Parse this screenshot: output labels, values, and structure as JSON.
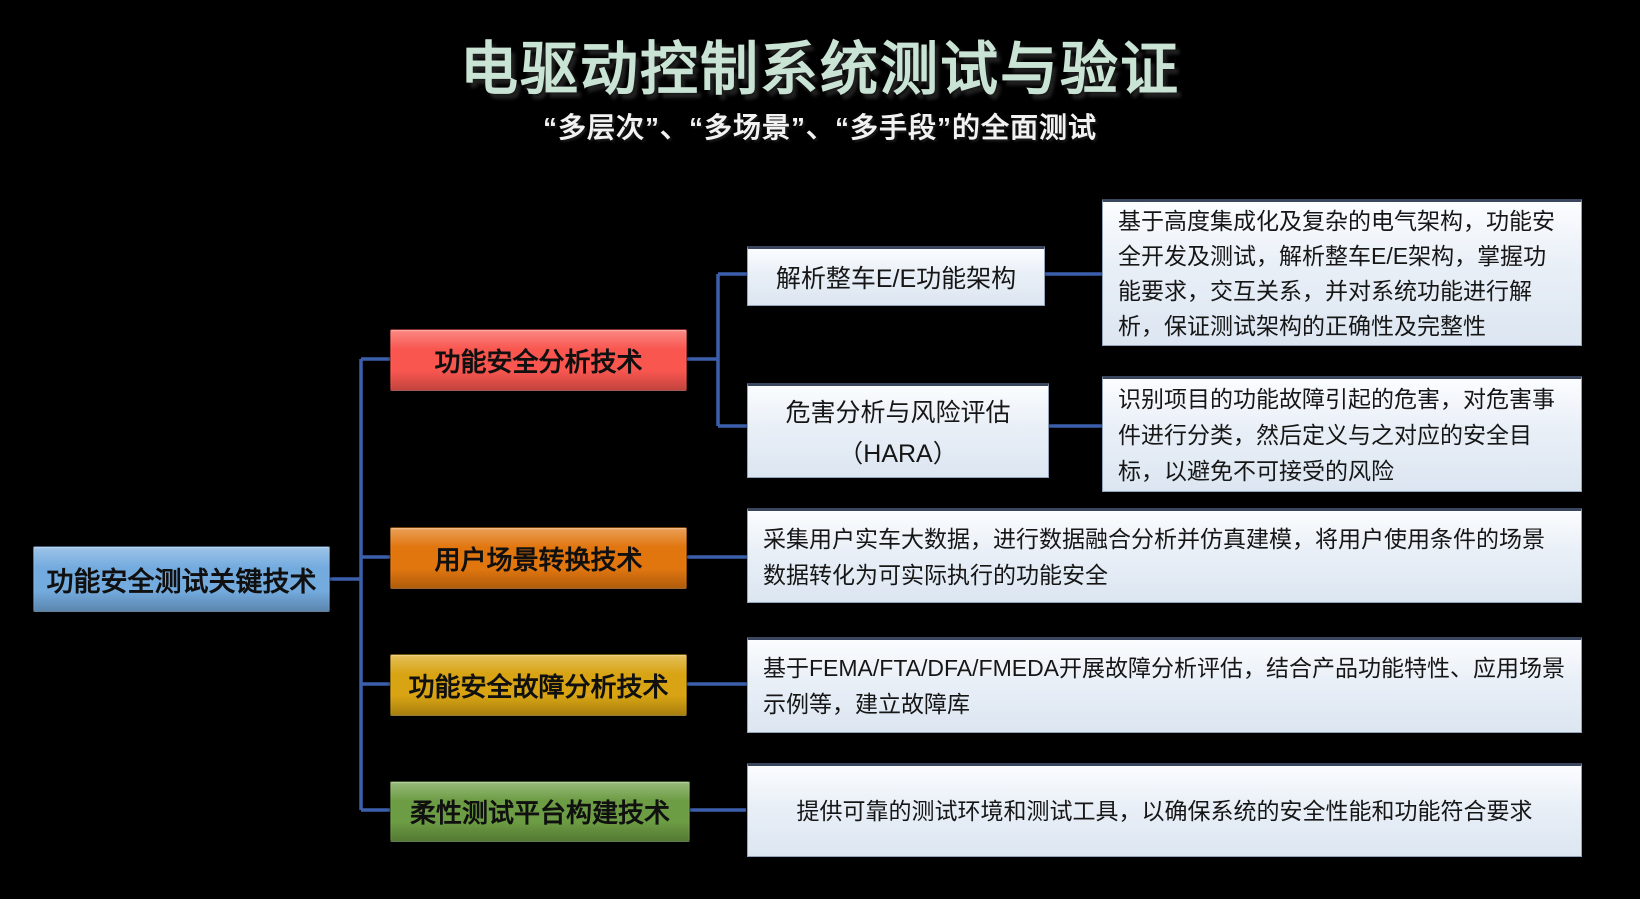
{
  "page": {
    "title": "电驱动控制系统测试与验证",
    "subtitle": "“多层次”、“多场景”、“多手段”的全面测试"
  },
  "colors": {
    "background": "#000000",
    "title_text": "#c9e3d5",
    "subtitle_text": "#f2f2f2",
    "connector": "#3c5fac",
    "card_fill": "#e6edf6",
    "node_text": "#101010"
  },
  "connector_color": "#3c5fac",
  "root": {
    "label": "功能安全测试关键技术",
    "color": "#74abdf"
  },
  "branches": [
    {
      "label": "功能安全分析技术",
      "color": "#f9564f",
      "children": [
        {
          "label": "解析整车E/E功能架构",
          "desc": "基于高度集成化及复杂的电气架构，功能安全开发及测试，解析整车E/E架构，掌握功能要求，交互关系，并对系统功能进行解析，保证测试架构的正确性及完整性"
        },
        {
          "label": "危害分析与风险评估",
          "label_line2": "（HARA）",
          "desc": "识别项目的功能故障引起的危害，对危害事件进行分类，然后定义与之对应的安全目标，以避免不可接受的风险"
        }
      ]
    },
    {
      "label": "用户场景转换技术",
      "color": "#e1760f",
      "desc": "采集用户实车大数据，进行数据融合分析并仿真建模，将用户使用条件的场景数据转化为可实际执行的功能安全"
    },
    {
      "label": "功能安全故障分析技术",
      "color": "#d8a413",
      "desc": "基于FEMA/FTA/DFA/FMEDA开展故障分析评估，结合产品功能特性、应用场景示例等，建立故障库"
    },
    {
      "label": "柔性测试平台构建技术",
      "color": "#6c9c43",
      "desc": "提供可靠的测试环境和测试工具，以确保系统的安全性能和功能符合要求"
    }
  ]
}
